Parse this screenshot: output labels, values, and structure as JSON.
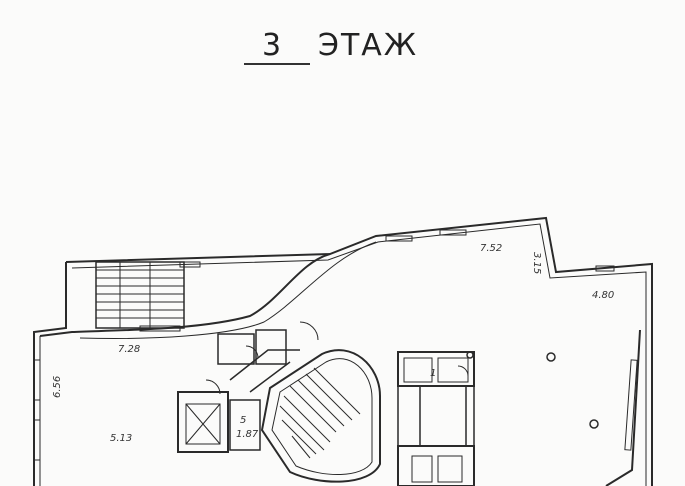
{
  "title": {
    "number": "3",
    "word": "ЭТАЖ"
  },
  "dimensions": {
    "d1": "7.52",
    "d2": "3.15",
    "d3": "4.80",
    "d4": "7.28",
    "d5": "6.56",
    "d6": "5.13",
    "d7": "5",
    "d8": "1.87"
  },
  "room_numbers": {
    "r1": "1"
  },
  "colors": {
    "line": "#2a2a2a",
    "paper": "#fbfbfa"
  }
}
